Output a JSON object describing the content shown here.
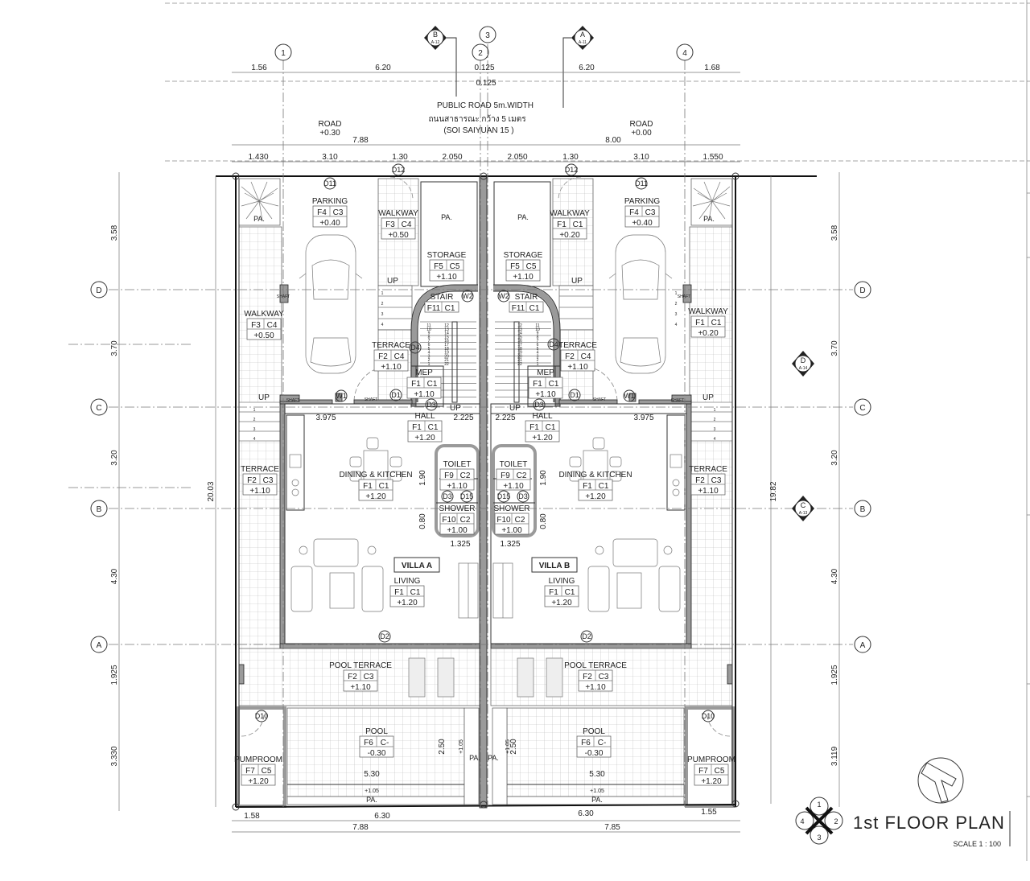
{
  "title": "1st FLOOR PLAN",
  "scale": "SCALE   1 : 100",
  "road": {
    "line1": "PUBLIC ROAD 5m.WIDTH",
    "line2": "ถนนสาธารณะ กว้าง 5 เมตร",
    "line3": "(SOI SAIYUAN 15 )",
    "left_label": "ROAD",
    "left_level": "+0.30",
    "right_label": "ROAD",
    "right_level": "+0.00"
  },
  "grid": {
    "cols": [
      "1",
      "2",
      "3",
      "4"
    ],
    "rows": [
      "D",
      "C",
      "B",
      "A"
    ]
  },
  "sections": [
    {
      "letter": "B",
      "sheet": "A-12"
    },
    {
      "letter": "A",
      "sheet": "A-11"
    },
    {
      "letter": "D",
      "sheet": "A-14"
    },
    {
      "letter": "C",
      "sheet": "A-13"
    }
  ],
  "key_plan": [
    "1",
    "2",
    "3",
    "4"
  ],
  "dims": {
    "top_row1": [
      "1.56",
      "6.20",
      "0.125",
      "6.20",
      "1.68"
    ],
    "top_row2": "0.125",
    "top_row3": [
      "7.88",
      "8.00"
    ],
    "top_row4": [
      "1.430",
      "3.10",
      "1.30",
      "2.050",
      "2.050",
      "1.30",
      "3.10",
      "1.550"
    ],
    "left": [
      "3.58",
      "3.70",
      "3.20",
      "4.30",
      "1.925",
      "3.330"
    ],
    "left_total": "20.03",
    "right": [
      "3.58",
      "3.70",
      "3.20",
      "4.30",
      "1.925",
      "3.119"
    ],
    "right_total": "19.82",
    "bottom_row1": [
      "1.58",
      "6.30",
      "6.30",
      "1.55"
    ],
    "bottom_row2": [
      "7.88",
      "7.85"
    ]
  },
  "stair_numbers": [
    "1",
    "2",
    "3",
    "4",
    "5",
    "6",
    "7",
    "8",
    "9",
    "10",
    "11",
    "12",
    "13",
    "14",
    "15",
    "16",
    "17",
    "18",
    "19",
    "20",
    "21",
    "22"
  ],
  "entry_steps": [
    "1",
    "2",
    "3",
    "4"
  ],
  "villa_a": {
    "name": "VILLA A",
    "rooms": {
      "parking": {
        "name": "PARKING",
        "floor": "F4",
        "ceiling": "C3",
        "level": "+0.40"
      },
      "walkway_front": {
        "name": "WALKWAY",
        "floor": "F3",
        "ceiling": "C4",
        "level": "+0.50"
      },
      "storage": {
        "name": "STORAGE",
        "floor": "F5",
        "ceiling": "C5",
        "level": "+1.10"
      },
      "stair": {
        "name": "STAIR",
        "floor": "F11",
        "ceiling": "C1"
      },
      "terrace_rear": {
        "name": "TERRACE",
        "floor": "F2",
        "ceiling": "C4",
        "level": "+1.10"
      },
      "mep": {
        "name": "MEP",
        "floor": "F1",
        "ceiling": "C1",
        "level": "+1.10"
      },
      "walkway_side": {
        "name": "WALKWAY",
        "floor": "F3",
        "ceiling": "C4",
        "level": "+0.50"
      },
      "terrace_side": {
        "name": "TERRACE",
        "floor": "F2",
        "ceiling": "C3",
        "level": "+1.10"
      },
      "hall": {
        "name": "HALL",
        "floor": "F1",
        "ceiling": "C1",
        "level": "+1.20"
      },
      "dining": {
        "name": "DINING & KITCHEN",
        "floor": "F1",
        "ceiling": "C1",
        "level": "+1.20"
      },
      "toilet": {
        "name": "TOILET",
        "floor": "F9",
        "ceiling": "C2",
        "level": "+1.10"
      },
      "shower": {
        "name": "SHOWER",
        "floor": "F10",
        "ceiling": "C2",
        "level": "+1.00"
      },
      "living": {
        "name": "LIVING",
        "floor": "F1",
        "ceiling": "C1",
        "level": "+1.20"
      },
      "pool_terrace": {
        "name": "POOL TERRACE",
        "floor": "F2",
        "ceiling": "C3",
        "level": "+1.10"
      },
      "pool": {
        "name": "POOL",
        "floor": "F6",
        "ceiling": "C-",
        "level": "-0.30"
      },
      "pumproom": {
        "name": "PUMPROOM",
        "floor": "F7",
        "ceiling": "C5",
        "level": "+1.20"
      }
    },
    "doors": {
      "d11": "D11",
      "d12": "D12",
      "d4": "D4",
      "d1": "D1",
      "d3a": "D3",
      "d3b": "D3",
      "d15": "D15",
      "d2": "D2",
      "d10": "D10",
      "w1": "W1",
      "w2": "W2"
    },
    "labels": {
      "pa_planter": "PA.",
      "pa_front": "PA.",
      "pa_pool": "PA.",
      "pa_side": "PA.",
      "up_walk": "UP",
      "up_side": "UP",
      "up_stair": "UP",
      "shaft1": "SHAFT",
      "shaft2": "SHAFT",
      "shaft3": "SHAFT"
    },
    "dims": {
      "hall_w": "3.975",
      "stair_w": "2.225",
      "toilet_h": "1.90",
      "shower_h": "0.80",
      "toilet_w": "1.325",
      "pool_w": "5.30",
      "pool_edge": "+1.05",
      "pool_l": "2.50",
      "pool_edge2": "+1.05"
    }
  },
  "villa_b": {
    "name": "VILLA B",
    "rooms": {
      "parking": {
        "name": "PARKING",
        "floor": "F4",
        "ceiling": "C3",
        "level": "+0.40"
      },
      "walkway_front": {
        "name": "WALKWAY",
        "floor": "F1",
        "ceiling": "C1",
        "level": "+0.20"
      },
      "storage": {
        "name": "STORAGE",
        "floor": "F5",
        "ceiling": "C5",
        "level": "+1.10"
      },
      "stair": {
        "name": "STAIR",
        "floor": "F11",
        "ceiling": "C1"
      },
      "terrace_rear": {
        "name": "TERRACE",
        "floor": "F2",
        "ceiling": "C4",
        "level": "+1.10"
      },
      "mep": {
        "name": "MEP",
        "floor": "F1",
        "ceiling": "C1",
        "level": "+1.10"
      },
      "walkway_side": {
        "name": "WALKWAY",
        "floor": "F1",
        "ceiling": "C1",
        "level": "+0.20"
      },
      "terrace_side": {
        "name": "TERRACE",
        "floor": "F2",
        "ceiling": "C3",
        "level": "+1.10"
      },
      "hall": {
        "name": "HALL",
        "floor": "F1",
        "ceiling": "C1",
        "level": "+1.20"
      },
      "dining": {
        "name": "DINING & KITCHEN",
        "floor": "F1",
        "ceiling": "C1",
        "level": "+1.20"
      },
      "toilet": {
        "name": "TOILET",
        "floor": "F9",
        "ceiling": "C2",
        "level": "+1.10"
      },
      "shower": {
        "name": "SHOWER",
        "floor": "F10",
        "ceiling": "C2",
        "level": "+1.00"
      },
      "living": {
        "name": "LIVING",
        "floor": "F1",
        "ceiling": "C1",
        "level": "+1.20"
      },
      "pool_terrace": {
        "name": "POOL TERRACE",
        "floor": "F2",
        "ceiling": "C3",
        "level": "+1.10"
      },
      "pool": {
        "name": "POOL",
        "floor": "F6",
        "ceiling": "C-",
        "level": "-0.30"
      },
      "pumproom": {
        "name": "PUMPROOM",
        "floor": "F7",
        "ceiling": "C5",
        "level": "+1.20"
      }
    },
    "doors": {
      "d11": "D11",
      "d12": "D12",
      "d4": "D4",
      "d1": "D1",
      "d3a": "D3",
      "d3b": "D3",
      "d15": "D15",
      "d2": "D2",
      "d10": "D10",
      "w1": "W1",
      "w2": "W2"
    },
    "labels": {
      "pa_planter": "PA.",
      "pa_front": "PA.",
      "pa_pool": "PA.",
      "pa_side": "PA.",
      "up_walk": "UP",
      "up_side": "UP",
      "up_stair": "UP",
      "shaft1": "SHAFT",
      "shaft2": "SHAFT",
      "shaft3": "SHAFT"
    },
    "dims": {
      "hall_w": "3.975",
      "stair_w": "2.225",
      "toilet_h": "1.90",
      "shower_h": "0.80",
      "toilet_w": "1.325",
      "pool_w": "5.30",
      "pool_edge": "+1.05",
      "pool_l": "2.50",
      "pool_edge2": "+1.05"
    }
  }
}
